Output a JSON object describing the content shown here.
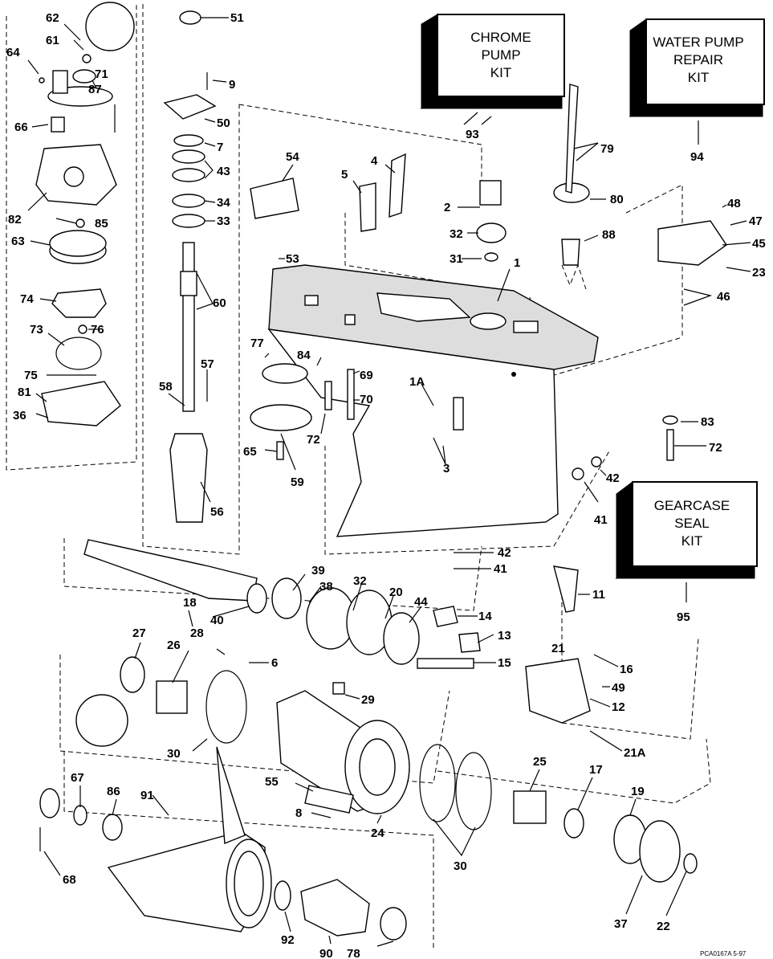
{
  "kits": [
    {
      "lines": [
        "CHROME",
        "PUMP",
        "KIT"
      ],
      "ref": "93"
    },
    {
      "lines": [
        "WATER PUMP",
        "REPAIR",
        "KIT"
      ],
      "ref": "94"
    },
    {
      "lines": [
        "GEARCASE",
        "SEAL",
        "KIT"
      ],
      "ref": "95"
    }
  ],
  "callouts": {
    "c1": "1",
    "c1A": "1A",
    "c2": "2",
    "c3": "3",
    "c4": "4",
    "c5": "5",
    "c6": "6",
    "c7": "7",
    "c8": "8",
    "c9": "9",
    "c11": "11",
    "c12": "12",
    "c13": "13",
    "c14": "14",
    "c15": "15",
    "c16": "16",
    "c17": "17",
    "c18": "18",
    "c19": "19",
    "c20": "20",
    "c21": "21",
    "c21A": "21A",
    "c22": "22",
    "c23": "23",
    "c24": "24",
    "c25": "25",
    "c26": "26",
    "c27": "27",
    "c28": "28",
    "c29": "29",
    "c30a": "30",
    "c30b": "30",
    "c31": "31",
    "c32a": "32",
    "c32b": "32",
    "c33": "33",
    "c34": "34",
    "c36": "36",
    "c37": "37",
    "c38": "38",
    "c39": "39",
    "c40": "40",
    "c41a": "41",
    "c41b": "41",
    "c42a": "42",
    "c42b": "42",
    "c43": "43",
    "c44": "44",
    "c45": "45",
    "c46": "46",
    "c47": "47",
    "c48": "48",
    "c49": "49",
    "c50": "50",
    "c51": "51",
    "c53": "53",
    "c54": "54",
    "c55": "55",
    "c56": "56",
    "c57": "57",
    "c58": "58",
    "c59": "59",
    "c60": "60",
    "c61": "61",
    "c62": "62",
    "c63": "63",
    "c64": "64",
    "c65": "65",
    "c66": "66",
    "c67": "67",
    "c68": "68",
    "c69": "69",
    "c70": "70",
    "c71": "71",
    "c72a": "72",
    "c72b": "72",
    "c73": "73",
    "c74": "74",
    "c75": "75",
    "c76": "76",
    "c77": "77",
    "c78": "78",
    "c79": "79",
    "c80": "80",
    "c81": "81",
    "c82": "82",
    "c83": "83",
    "c84": "84",
    "c85": "85",
    "c86": "86",
    "c87": "87",
    "c88": "88",
    "c90": "90",
    "c91": "91",
    "c92": "92"
  },
  "footer_code": "PCA0167A   5-97"
}
